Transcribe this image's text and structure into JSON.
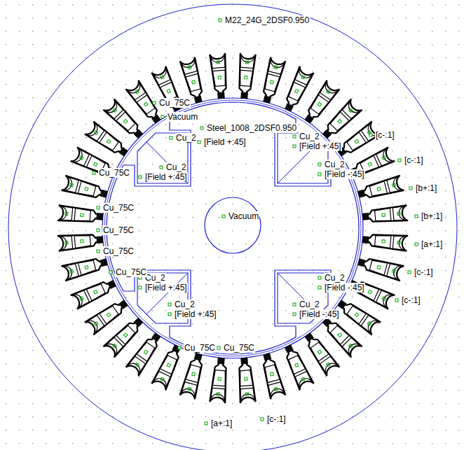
{
  "diagram": {
    "labels": [
      "M22_24G_2DSF0.950",
      "Steel_1008_2DSF0.950",
      "Vacuum",
      "Vacuum",
      "Cu_2",
      "[Field +:45]",
      "Cu_2",
      "[Field +:45]",
      "Cu_2",
      "[Field +:45]",
      "Cu_2",
      "[Field -:45]",
      "Cu_2",
      "[Field +:45]",
      "Cu_2",
      "[Field +:45]",
      "Cu_2",
      "[Field -:45]",
      "Cu_2",
      "[Field -:45]",
      "Cu_75C",
      "Cu_75C",
      "Cu_75C",
      "Cu_75C",
      "Cu_75C",
      "Cu_75C",
      "Cu_75C",
      "Cu_75C",
      "[c-:1]",
      "[b+:1]",
      "[b+:1]",
      "[a+:1]",
      "[c-:1]",
      "[c-:1]",
      "[c-:1]",
      "[a+:1]",
      "[c-:1]"
    ]
  }
}
